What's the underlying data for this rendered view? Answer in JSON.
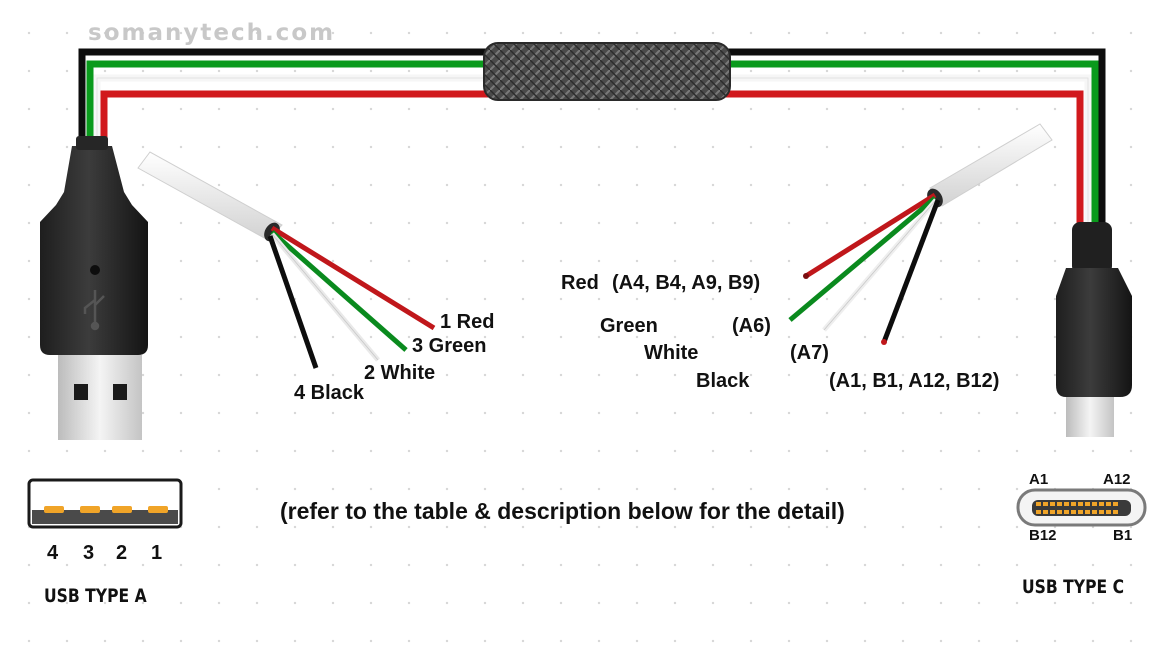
{
  "watermark": "somanytech.com",
  "note": "(refer to the table & description below for the detail)",
  "usb_a": {
    "title": "USB TYPE A",
    "pins": [
      "4",
      "3",
      "2",
      "1"
    ],
    "wires": [
      {
        "label": "1 Red",
        "color": "#c0171b"
      },
      {
        "label": "3 Green",
        "color": "#0a8a1e"
      },
      {
        "label": "2 White",
        "color": "#f2f2f2"
      },
      {
        "label": "4 Black",
        "color": "#0d0d0d"
      }
    ]
  },
  "usb_c": {
    "title": "USB TYPE C",
    "pin_labels": {
      "top_left": "A1",
      "top_right": "A12",
      "bottom_left": "B12",
      "bottom_right": "B1"
    },
    "wires": [
      {
        "name": "Red",
        "pins": "(A4,  B4,  A9,  B9)",
        "color": "#c0171b"
      },
      {
        "name": "Green",
        "pins": "(A6)",
        "color": "#0a8a1e"
      },
      {
        "name": "White",
        "pins": "(A7)",
        "color": "#f2f2f2"
      },
      {
        "name": "Black",
        "pins": "(A1, B1, A12, B12)",
        "color": "#0d0d0d"
      }
    ]
  }
}
